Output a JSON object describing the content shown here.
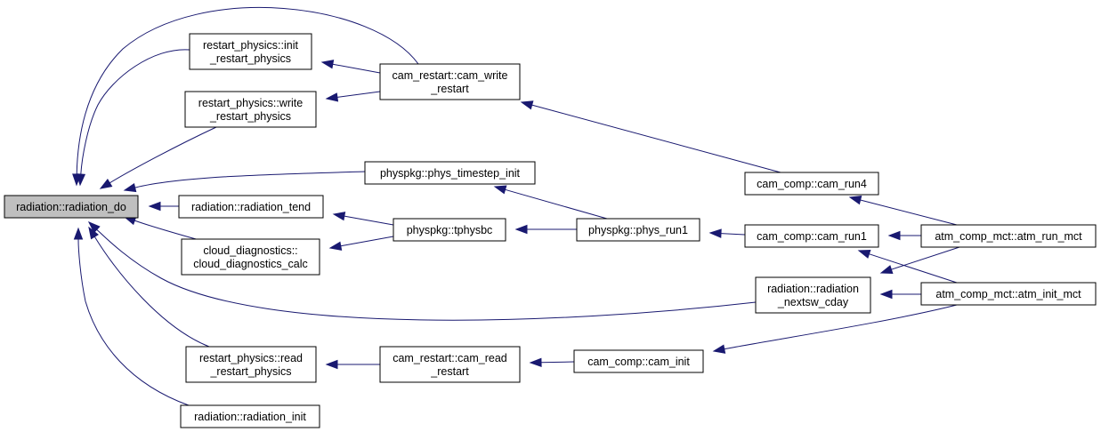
{
  "diagram": {
    "colors": {
      "node_fill": "#ffffff",
      "focus_fill": "#bfbfbf",
      "border": "#000000",
      "edge": "#191970"
    },
    "nodes": [
      {
        "id": "rad_do",
        "lines": [
          "radiation::radiation_do"
        ],
        "focus": true
      },
      {
        "id": "init_restart",
        "lines": [
          "restart_physics::init",
          "_restart_physics"
        ]
      },
      {
        "id": "write_restart_phys",
        "lines": [
          "restart_physics::write",
          "_restart_physics"
        ]
      },
      {
        "id": "cam_write_restart",
        "lines": [
          "cam_restart::cam_write",
          "_restart"
        ]
      },
      {
        "id": "phys_timestep_init",
        "lines": [
          "physpkg::phys_timestep_init"
        ]
      },
      {
        "id": "rad_tend",
        "lines": [
          "radiation::radiation_tend"
        ]
      },
      {
        "id": "tphysbc",
        "lines": [
          "physpkg::tphysbc"
        ]
      },
      {
        "id": "phys_run1",
        "lines": [
          "physpkg::phys_run1"
        ]
      },
      {
        "id": "cloud_diag",
        "lines": [
          "cloud_diagnostics::",
          "cloud_diagnostics_calc"
        ]
      },
      {
        "id": "cam_run4",
        "lines": [
          "cam_comp::cam_run4"
        ]
      },
      {
        "id": "cam_run1",
        "lines": [
          "cam_comp::cam_run1"
        ]
      },
      {
        "id": "atm_run_mct",
        "lines": [
          "atm_comp_mct::atm_run_mct"
        ]
      },
      {
        "id": "rad_nextsw",
        "lines": [
          "radiation::radiation",
          "_nextsw_cday"
        ]
      },
      {
        "id": "atm_init_mct",
        "lines": [
          "atm_comp_mct::atm_init_mct"
        ]
      },
      {
        "id": "read_restart_phys",
        "lines": [
          "restart_physics::read",
          "_restart_physics"
        ]
      },
      {
        "id": "cam_read_restart",
        "lines": [
          "cam_restart::cam_read",
          "_restart"
        ]
      },
      {
        "id": "cam_init",
        "lines": [
          "cam_comp::cam_init"
        ]
      },
      {
        "id": "rad_init",
        "lines": [
          "radiation::radiation_init"
        ]
      }
    ],
    "edges": [
      {
        "from": "init_restart",
        "to": "rad_do"
      },
      {
        "from": "write_restart_phys",
        "to": "rad_do"
      },
      {
        "from": "cam_write_restart",
        "to": "rad_do"
      },
      {
        "from": "phys_timestep_init",
        "to": "rad_do"
      },
      {
        "from": "rad_tend",
        "to": "rad_do"
      },
      {
        "from": "cloud_diag",
        "to": "rad_do"
      },
      {
        "from": "rad_nextsw",
        "to": "rad_do"
      },
      {
        "from": "read_restart_phys",
        "to": "rad_do"
      },
      {
        "from": "rad_init",
        "to": "rad_do"
      },
      {
        "from": "cam_write_restart",
        "to": "init_restart"
      },
      {
        "from": "cam_write_restart",
        "to": "write_restart_phys"
      },
      {
        "from": "cam_run4",
        "to": "cam_write_restart"
      },
      {
        "from": "phys_run1",
        "to": "phys_timestep_init"
      },
      {
        "from": "tphysbc",
        "to": "rad_tend"
      },
      {
        "from": "tphysbc",
        "to": "cloud_diag"
      },
      {
        "from": "phys_run1",
        "to": "tphysbc"
      },
      {
        "from": "cam_run1",
        "to": "phys_run1"
      },
      {
        "from": "atm_run_mct",
        "to": "cam_run4"
      },
      {
        "from": "atm_run_mct",
        "to": "cam_run1"
      },
      {
        "from": "atm_init_mct",
        "to": "cam_run1"
      },
      {
        "from": "atm_run_mct",
        "to": "rad_nextsw"
      },
      {
        "from": "atm_init_mct",
        "to": "rad_nextsw"
      },
      {
        "from": "cam_read_restart",
        "to": "read_restart_phys"
      },
      {
        "from": "cam_init",
        "to": "cam_read_restart"
      },
      {
        "from": "atm_init_mct",
        "to": "cam_init"
      }
    ]
  }
}
